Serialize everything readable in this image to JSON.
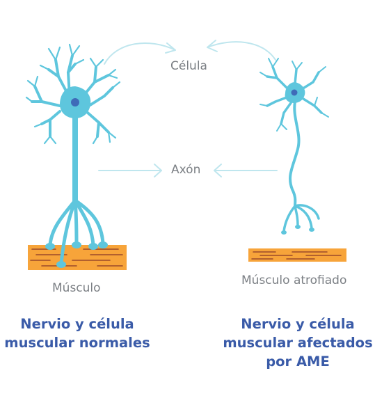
{
  "labels": {
    "cell": "Célula",
    "axon": "Axón",
    "muscle": "Músculo",
    "muscle_atrophied": "Músculo atrofiado"
  },
  "captions": {
    "normal_line1": "Nervio y célula",
    "normal_line2": "muscular normales",
    "affected_line1": "Nervio y célula",
    "affected_line2": "muscular afectados",
    "affected_line3": "por AME"
  },
  "colors": {
    "neuron": "#5ec6dd",
    "nucleus": "#3f6bb8",
    "muscle": "#f7a43a",
    "muscle_stripe": "#9b4a2a",
    "arrow": "#bfe6ee",
    "label": "#7b7f84",
    "caption": "#3a5ba8"
  },
  "icons": {
    "normal_neuron": "healthy-motor-neuron",
    "affected_neuron": "atrophied-motor-neuron",
    "normal_muscle": "muscle-fiber",
    "affected_muscle": "atrophied-muscle-fiber"
  }
}
